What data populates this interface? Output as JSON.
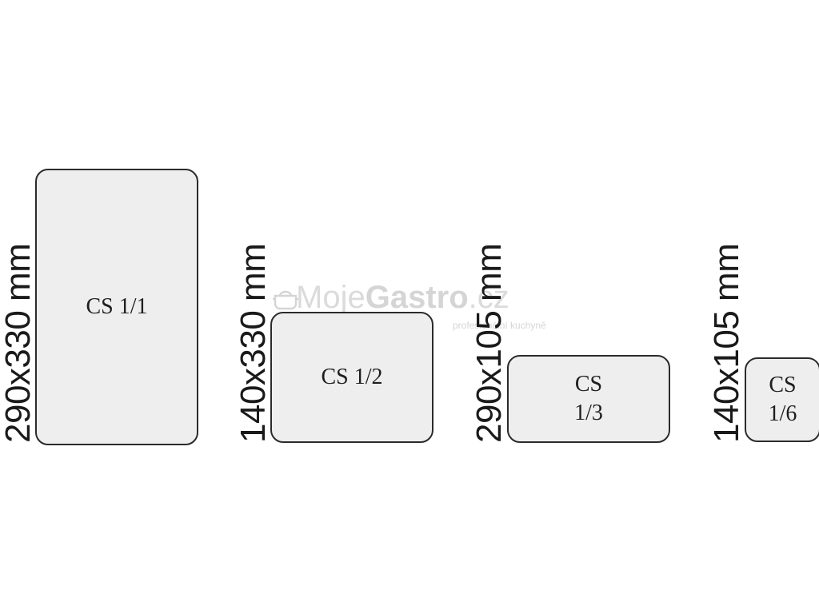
{
  "watermark": {
    "brand_light": "Moje",
    "brand_bold": "Gastro",
    "domain": ".cz",
    "tagline": "profesionální kuchyně"
  },
  "items": [
    {
      "label_lines": [
        "CS 1/1"
      ],
      "dimension": "290x330 mm"
    },
    {
      "label_lines": [
        "CS 1/2"
      ],
      "dimension": "140x330 mm"
    },
    {
      "label_lines": [
        "CS",
        "1/3"
      ],
      "dimension": "290x105 mm"
    },
    {
      "label_lines": [
        "CS",
        "1/6"
      ],
      "dimension": "140x105 mm"
    }
  ],
  "colors": {
    "card_fill": "#eeeeee",
    "card_border": "#2b2b2b",
    "text": "#1a1a1a"
  }
}
